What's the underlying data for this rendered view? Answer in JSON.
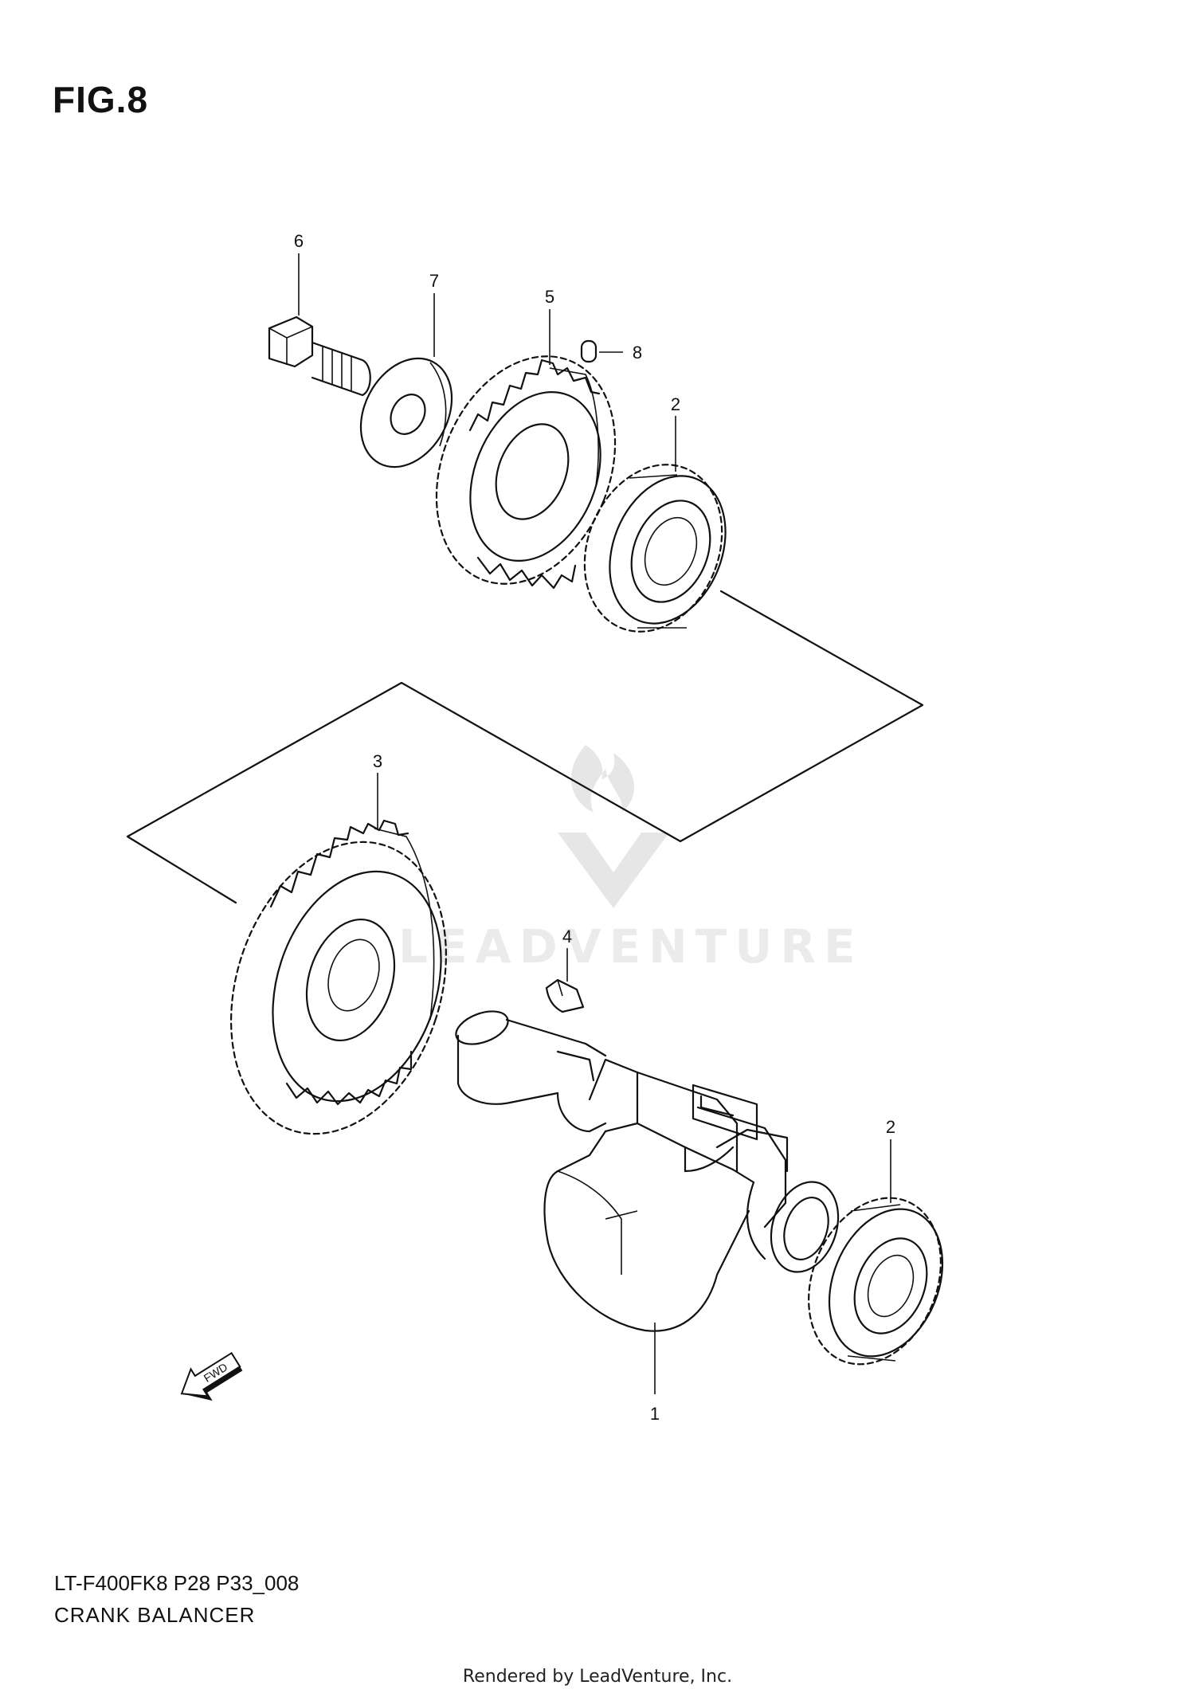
{
  "figure": {
    "title": "FIG.8"
  },
  "callouts": {
    "c1": "1",
    "c2a": "2",
    "c2b": "2",
    "c3": "3",
    "c4": "4",
    "c5": "5",
    "c6": "6",
    "c7": "7",
    "c8": "8"
  },
  "fwd_arrow": {
    "label": "FWD"
  },
  "watermark": {
    "text": "LEADVENTURE"
  },
  "caption": {
    "model_code": "LT-F400FK8 P28 P33_008",
    "section_name": "CRANK BALANCER"
  },
  "footer": {
    "rendered_by": "Rendered by LeadVenture, Inc."
  },
  "colors": {
    "line": "#111111",
    "background": "#ffffff",
    "watermark": "#dcdcdc"
  }
}
